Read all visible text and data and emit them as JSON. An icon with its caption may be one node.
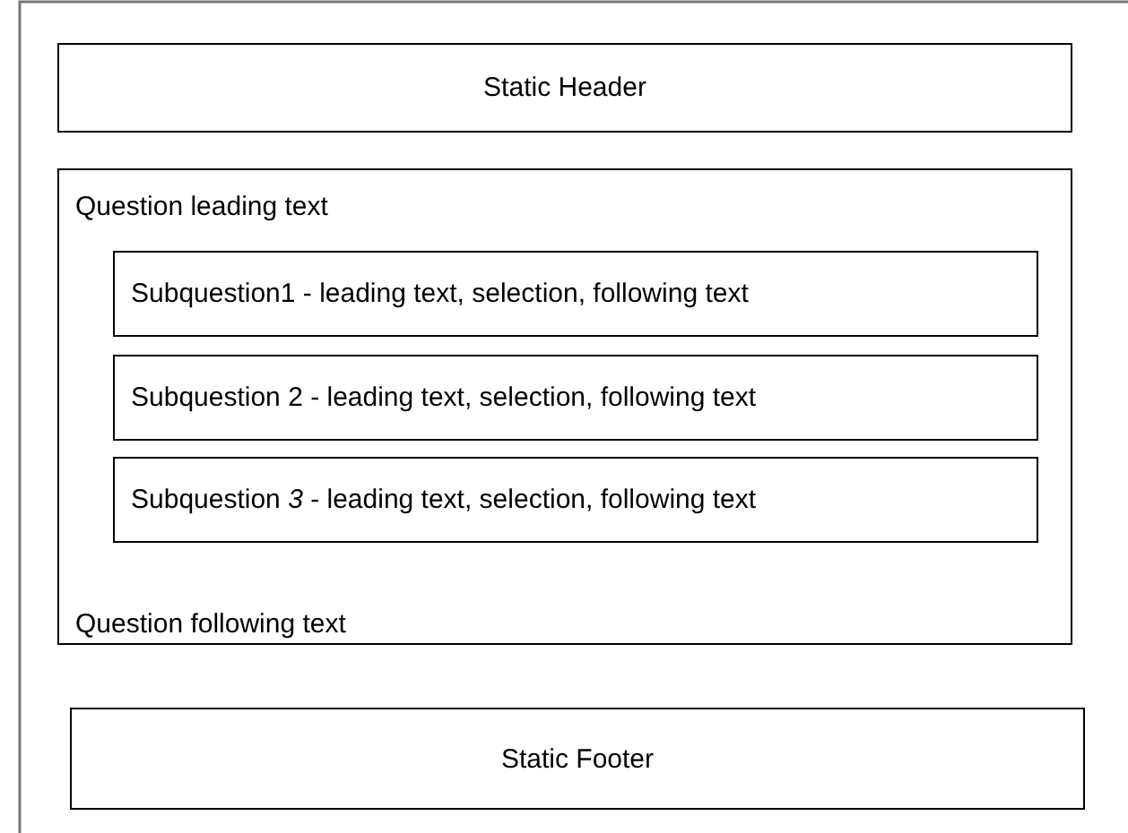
{
  "diagram": {
    "nodes": [
      {
        "text": [
          "Static Header"
        ]
      },
      {
        "text": [
          "Question leading text",
          "Question following text"
        ]
      },
      {
        "text": [
          "Subquestion1 - leading text, selection, following text"
        ],
        "in": 1
      },
      {
        "text": [
          "Subquestion 2 - leading text, selection, following text"
        ],
        "in": 1
      },
      {
        "text": [
          "Subquestion *3* - leading text, selection, following text"
        ],
        "in": 1
      },
      {
        "text": [
          "Static Footer"
        ]
      }
    ]
  }
}
